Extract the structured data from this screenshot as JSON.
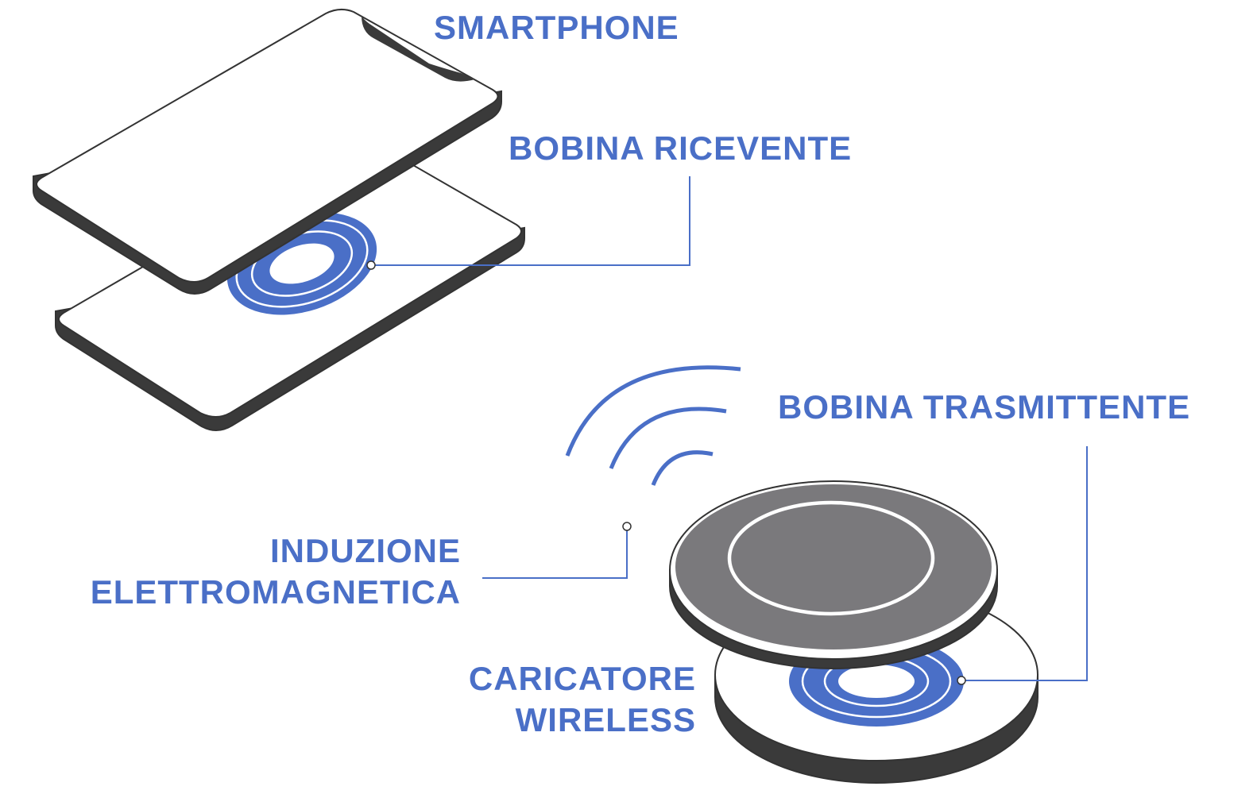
{
  "colors": {
    "accent": "#4a6fc7",
    "outline": "#333333",
    "shadow": "#3a3a3a",
    "pad_top": "#7a797c",
    "background": "#ffffff"
  },
  "labels": {
    "smartphone": "SMARTPHONE",
    "receiving_coil": "BOBINA RICEVENTE",
    "transmitting_coil": "BOBINA TRASMITTENTE",
    "induction_line1": "INDUZIONE",
    "induction_line2": "ELETTROMAGNETICA",
    "charger_line1": "CARICATORE",
    "charger_line2": "WIRELESS"
  },
  "icons": [
    "smartphone-illustration",
    "receiver-coil-icon",
    "wireless-waves-icon",
    "charger-pad-illustration",
    "transmitter-coil-icon"
  ]
}
